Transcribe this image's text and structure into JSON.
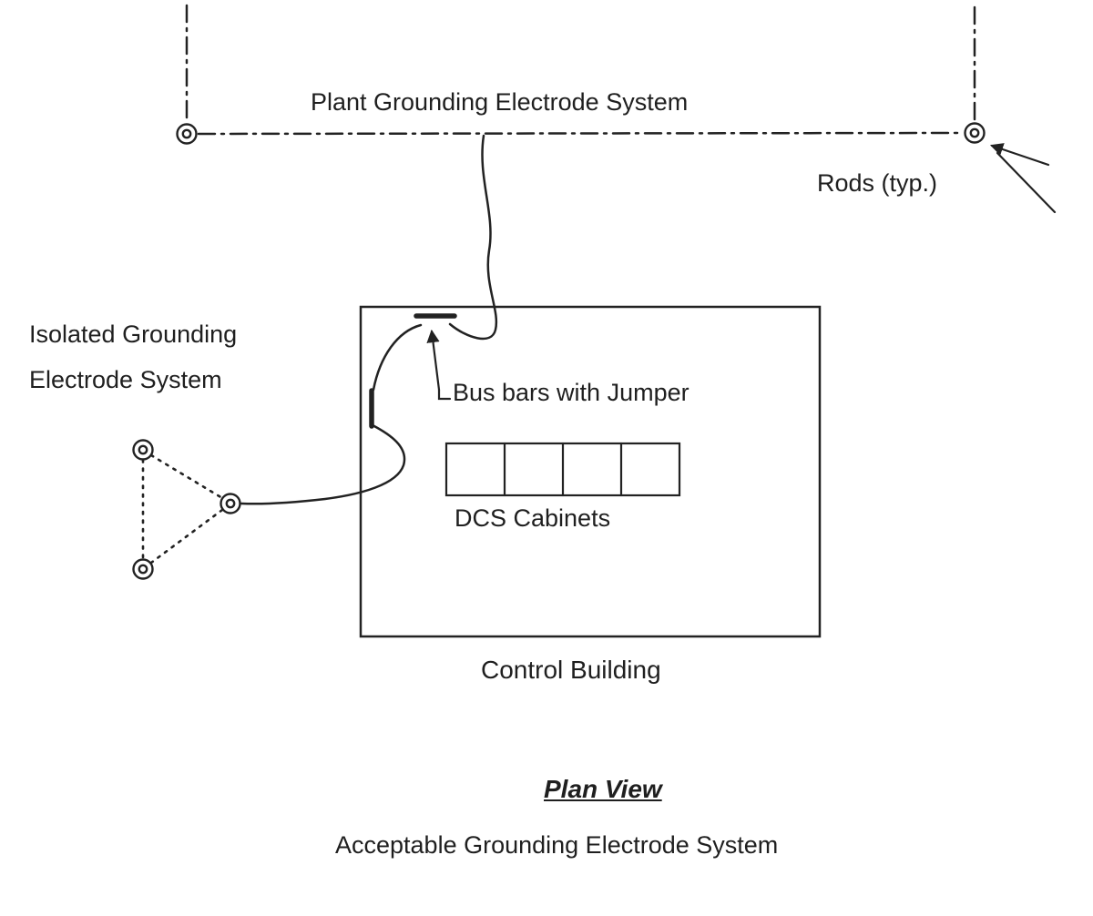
{
  "diagram": {
    "labels": {
      "plant_system": "Plant Grounding Electrode System",
      "rods": "Rods (typ.)",
      "isolated_line1": "Isolated Grounding",
      "isolated_line2": "Electrode System",
      "bus_bars": "Bus bars with Jumper",
      "dcs": "DCS Cabinets",
      "building": "Control Building",
      "view": "Plan View",
      "caption": "Acceptable Grounding Electrode System"
    },
    "icons": {
      "ground_rod": "double-circle"
    },
    "colors": {
      "line": "#222222",
      "background": "#ffffff",
      "text": "#1f1f1f"
    }
  }
}
